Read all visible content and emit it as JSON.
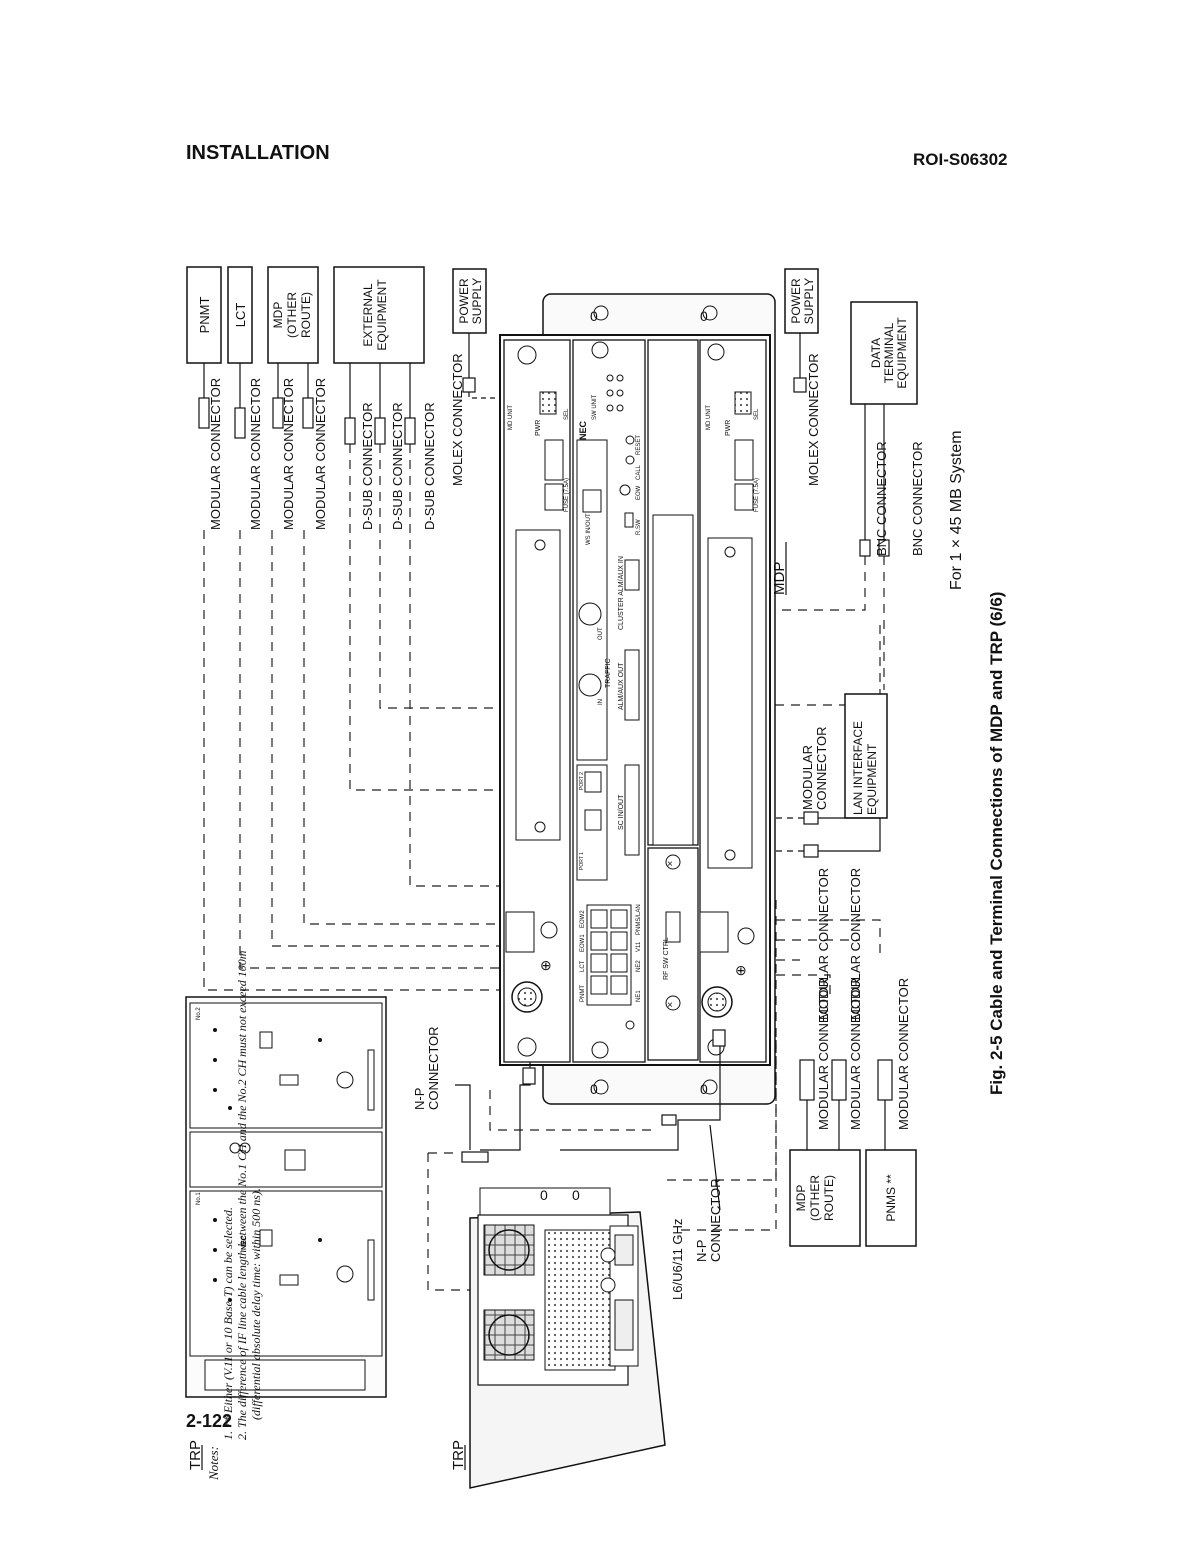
{
  "header": {
    "section": "INSTALLATION",
    "doc_id": "ROI-S06302"
  },
  "page_number": "2-122",
  "external_boxes": {
    "pnmt": "PNMT",
    "lct": "LCT",
    "mdp_other_top": [
      "MDP",
      "(OTHER",
      "ROUTE)"
    ],
    "external_equipment": [
      "EXTERNAL",
      "EQUIPMENT"
    ],
    "power_supply_1": [
      "POWER",
      "SUPPLY"
    ],
    "power_supply_2": [
      "POWER",
      "SUPPLY"
    ],
    "data_terminal": [
      "DATA",
      "TERMINAL",
      "EQUIPMENT"
    ],
    "lan_interface": [
      "LAN INTERFACE",
      "EQUIPMENT"
    ],
    "mdp_other_bottom": [
      "MDP",
      "(OTHER",
      "ROUTE)"
    ],
    "pnms": "PNMS **"
  },
  "connector_labels": {
    "modular_1": "MODULAR CONNECTOR",
    "modular_2": "MODULAR CONNECTOR",
    "modular_3": "MODULAR CONNECTOR",
    "modular_4": "MODULAR CONNECTOR",
    "dsub_1": "D-SUB CONNECTOR",
    "dsub_2": "D-SUB CONNECTOR",
    "dsub_3": "D-SUB CONNECTOR",
    "molex_1": "MOLEX CONNECTOR",
    "molex_2": "MOLEX CONNECTOR",
    "bnc_1": "BNC CONNECTOR",
    "bnc_2": "BNC CONNECTOR",
    "modular_lan": [
      "MODULAR",
      "CONNECTOR"
    ],
    "np_1": [
      "N-P",
      "CONNECTOR"
    ],
    "np_2": [
      "N-P",
      "CONNECTOR"
    ],
    "modular_b1": "MODULAR CONNECTOR",
    "modular_b2": "MODULAR CONNECTOR",
    "modular_b3": "MODULAR CONNECTOR",
    "modular_b4": "MODULAR CONNECTOR",
    "modular_b5": "MODULAR CONNECTOR"
  },
  "unit_labels": {
    "mdp": "MDP",
    "trp_top": "TRP",
    "trp_bottom": "TRP",
    "band": "L6/U6/11 GHz",
    "md_unit": "MD UNIT",
    "sw_unit": "SW UNIT",
    "nec_brand": "NEC",
    "fuse": "FUSE (7.5A)",
    "pwr": "PWR",
    "sel": "SEL",
    "traffic": "TRAFFIC",
    "in": "IN",
    "out": "OUT",
    "ws_inout": "WS IN/OUT",
    "rsw": "R.SW",
    "eow": "EOW",
    "call": "CALL",
    "reset": "RESET",
    "cluster": "CLUSTER ALM/AUX IN",
    "alm_aux_out": "ALM/AUX OUT",
    "sc_inout": "SC IN/OUT",
    "port1": "PORT 1",
    "port2": "PORT 2",
    "rf_sw_ctrl": "RF SW CTRL",
    "pnmt_port": "PNMT",
    "lct_port": "LCT",
    "eow1": "EOW1",
    "eow2": "EOW2",
    "ne1": "NE1",
    "ne2": "NE2",
    "v11": "V11",
    "pnms_lan": "PNMS/LAN",
    "no1": "No.1",
    "no2": "No.2"
  },
  "system_label": "For 1 × 45 MB System",
  "figure_caption": "Fig. 2-5  Cable and Terminal Connections of MDP and TRP (6/6)",
  "notes": {
    "label": "Notes:",
    "n1": "1.  ** Either (V.11 or 10 Base-T) can be selected.",
    "n2": "2.  The difference of IF line cable length between the No.1 CH and the No.2 CH must not exceed 100m",
    "n2b": "(differential absolute delay time: within 500 ns)."
  }
}
